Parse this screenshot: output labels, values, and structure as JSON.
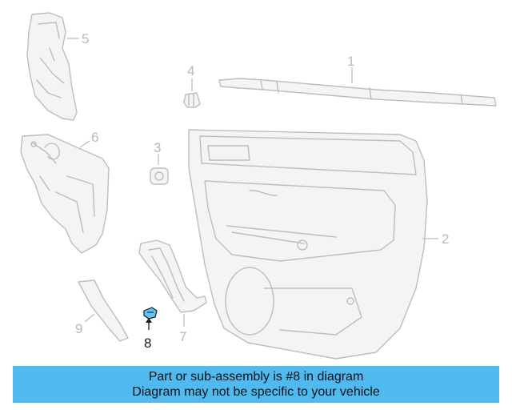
{
  "diagram": {
    "callouts": [
      {
        "id": "1",
        "label": "1"
      },
      {
        "id": "2",
        "label": "2"
      },
      {
        "id": "3",
        "label": "3"
      },
      {
        "id": "4",
        "label": "4"
      },
      {
        "id": "5",
        "label": "5"
      },
      {
        "id": "6",
        "label": "6"
      },
      {
        "id": "7",
        "label": "7"
      },
      {
        "id": "8",
        "label": "8",
        "highlighted": true
      },
      {
        "id": "9",
        "label": "9"
      }
    ],
    "highlight_color": "#1a1a1a",
    "line_color": "#bdbdbd"
  },
  "banner": {
    "line1": "Part or sub-assembly is #8 in diagram",
    "line2": "Diagram may not be specific to your vehicle",
    "background": "#4fb9f0"
  }
}
